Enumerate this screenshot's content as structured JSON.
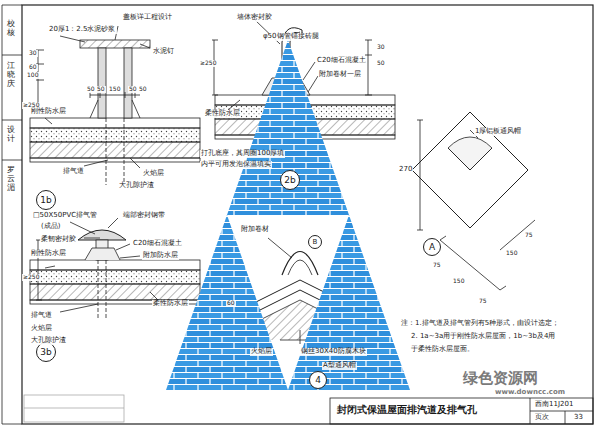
{
  "diagram": {
    "title": "封闭式保温屋面排汽道及排气孔",
    "nodes": [
      {
        "text": [
          "1b"
        ]
      },
      {
        "text": [
          "2b"
        ]
      },
      {
        "text": [
          "3b"
        ]
      },
      {
        "text": [
          "4"
        ]
      },
      {
        "text": [
          "A"
        ]
      },
      {
        "text": [
          "B"
        ]
      }
    ],
    "labels": [
      "校核",
      "江晓庆",
      "设计",
      "罗云湄",
      "20厚1：2.5水泥砂浆",
      "盖板详工程设计",
      "水泥钉",
      "60",
      "100",
      "30",
      "≥250",
      "50",
      "50",
      "150",
      "50",
      "50",
      "刚性防水层",
      "排气道",
      "火焰层",
      "大孔隙护渣",
      "墙体密封胶",
      "φ50钢管锚接砖腿",
      "C20细石混凝土",
      "附加卷材一层",
      "≥250",
      "柔性防水层",
      "30",
      "50",
      "打孔底座，其周圈100厚填",
      "内平可用发泡保温填实",
      "□50X50PVC排气管",
      "(成品)",
      "端部密封钢带",
      "柔韧密封胶",
      "C20细石混凝土",
      "附加防水层",
      "刚性防水层",
      "≥250",
      "柔性防水层",
      "排气道",
      "火焰层",
      "大孔隙护渣",
      "附加卷材",
      "60",
      "火焰层",
      "钢丝30X40防腐木块",
      "A型通风帽",
      "1厚铝板通风帽",
      "270",
      "75",
      "150",
      "75",
      "150",
      "75",
      "注：1.排气道及排气管列有5种形式，由设计选定；",
      "2. 1a~3a用于刚性防水层屋面，1b~3b及4用",
      "于柔性防水层屋面。",
      "西南11J201",
      "页次",
      "33",
      "绿色资源网",
      "www.downcc.com"
    ]
  }
}
